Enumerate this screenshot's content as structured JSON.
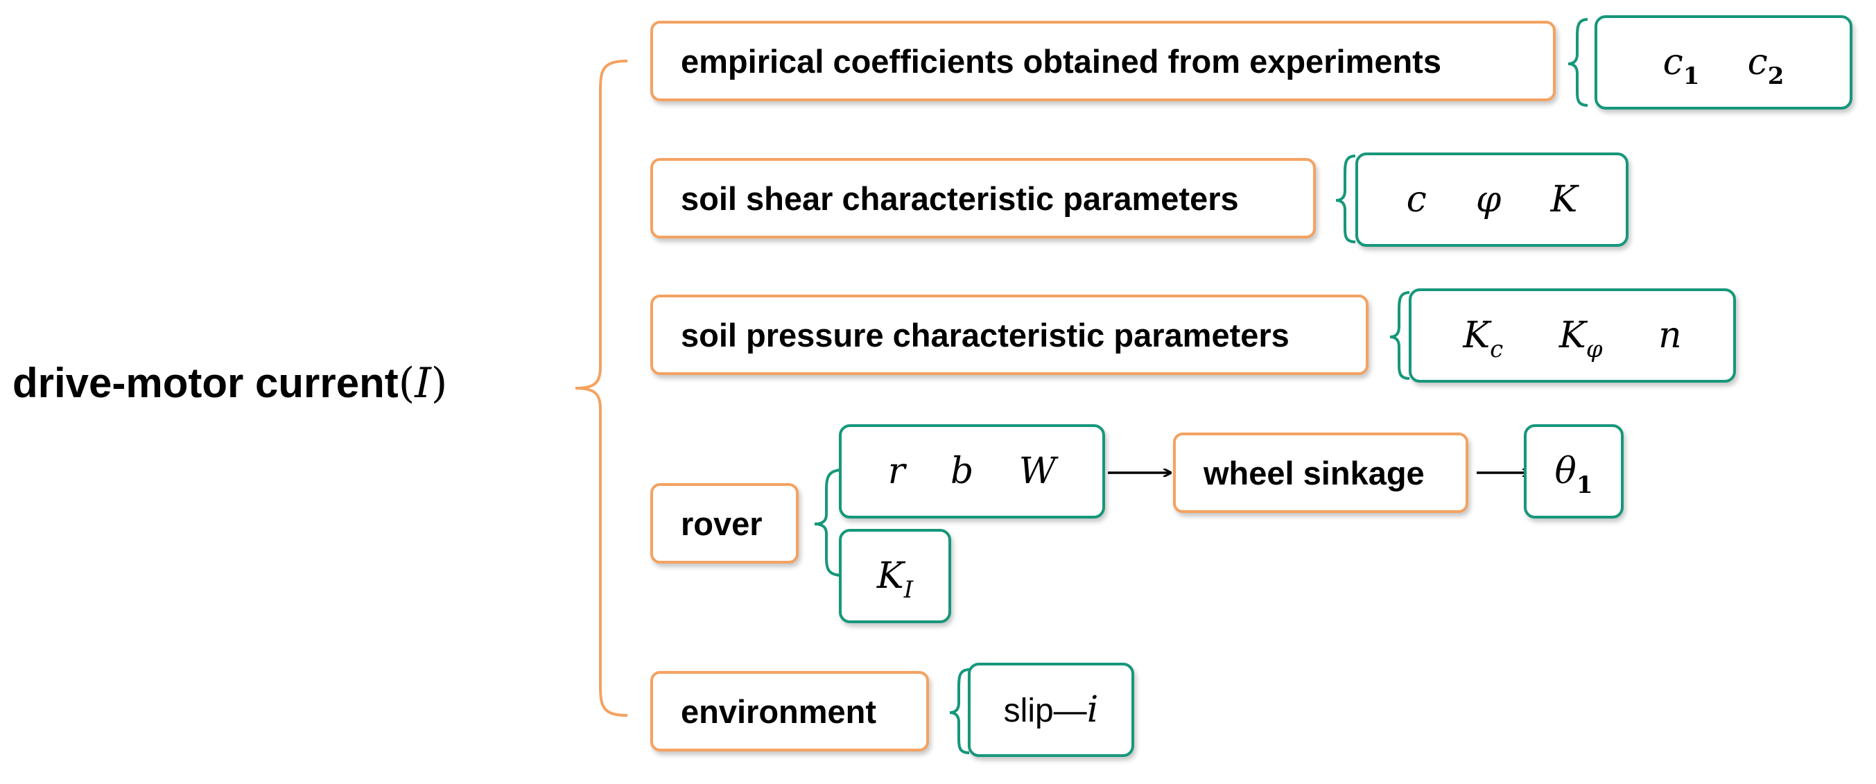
{
  "title": {
    "text": "drive-motor current",
    "open": "(",
    "var": "I",
    "close": ")"
  },
  "categories": {
    "empirical": "empirical coefficients obtained from experiments",
    "shear": "soil shear characteristic parameters",
    "pressure": "soil pressure characteristic parameters",
    "rover": "rover",
    "sinkage": "wheel sinkage",
    "environment": "environment"
  },
  "params": {
    "empirical": [
      {
        "base": "c",
        "sub": "1"
      },
      {
        "base": "c",
        "sub": "2"
      }
    ],
    "shear": [
      {
        "base": "c",
        "sub": ""
      },
      {
        "base": "φ",
        "sub": ""
      },
      {
        "base": "K",
        "sub": ""
      }
    ],
    "pressure": [
      {
        "base": "K",
        "sub": "c"
      },
      {
        "base": "K",
        "sub": "φ"
      },
      {
        "base": "n",
        "sub": ""
      }
    ],
    "rover_geometry": [
      {
        "base": "r",
        "sub": ""
      },
      {
        "base": "b",
        "sub": ""
      },
      {
        "base": "W",
        "sub": ""
      }
    ],
    "rover_other": [
      {
        "base": "K",
        "sub": "I"
      }
    ],
    "sinkage_result": [
      {
        "base": "θ",
        "sub": "1"
      }
    ],
    "environment": {
      "word": "slip—",
      "var": "i"
    }
  },
  "colors": {
    "orange": "#F4A261",
    "green": "#16977A",
    "arrow": "#000000"
  }
}
